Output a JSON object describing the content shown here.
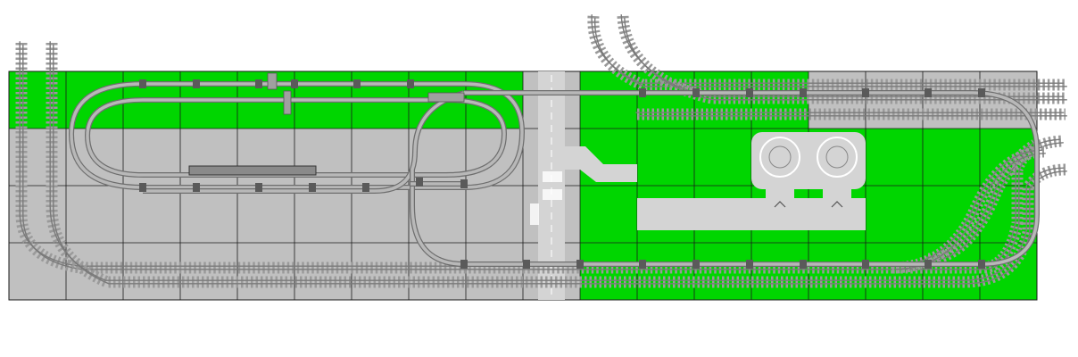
{
  "diagram": {
    "kind": "train-track-layout",
    "colors": {
      "background": "#ffffff",
      "grass": "#00d600",
      "pavement": "#c0c0c0",
      "grid_lines": "#1a1a1a",
      "road": "#d4d4d4",
      "road_marking": "#ffffff",
      "monorail": "#b8b8b8",
      "monorail_edge": "#6e6e6e",
      "rail": "#7a7a7a",
      "sleeper": "#9a9a9a"
    },
    "elements": {
      "baseplates": "baseplate-grid",
      "monorail": "monorail-track",
      "train_tracks": "train-tracks",
      "roads": "road-plates",
      "roundabouts": "roundabouts"
    }
  }
}
